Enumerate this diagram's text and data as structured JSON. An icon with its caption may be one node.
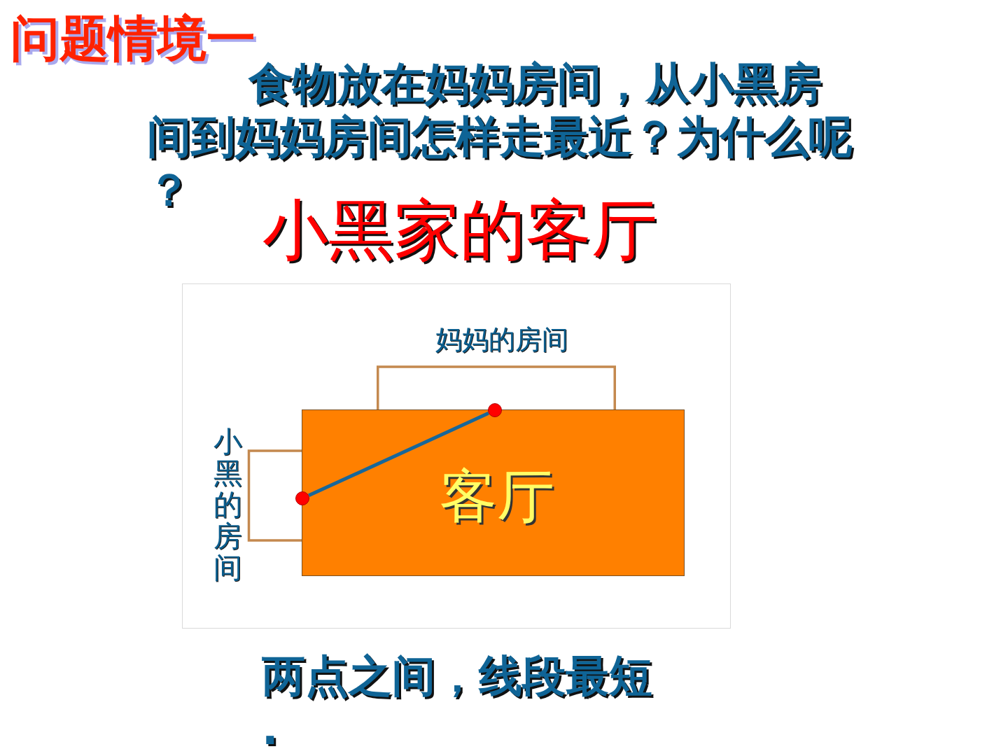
{
  "diagram": {
    "title": "问题情境一",
    "nodes": [
      {
        "text": [
          "妈妈的房间"
        ]
      },
      {
        "text": [
          "小黑的房间"
        ]
      },
      {
        "text": [
          "客厅"
        ]
      },
      {
        "text": [],
        "shape": "circle",
        "in": 2
      },
      {
        "text": [],
        "shape": "circle",
        "in": 2
      }
    ],
    "edges": [
      {
        "from": 4,
        "to": 3,
        "arrow": "none"
      }
    ],
    "labels": [
      "食物放在妈妈房间，从小黑房间到妈妈房间怎样走最近？为什么呢？",
      "小黑家的客厅",
      "两点之间，线段最短."
    ]
  }
}
